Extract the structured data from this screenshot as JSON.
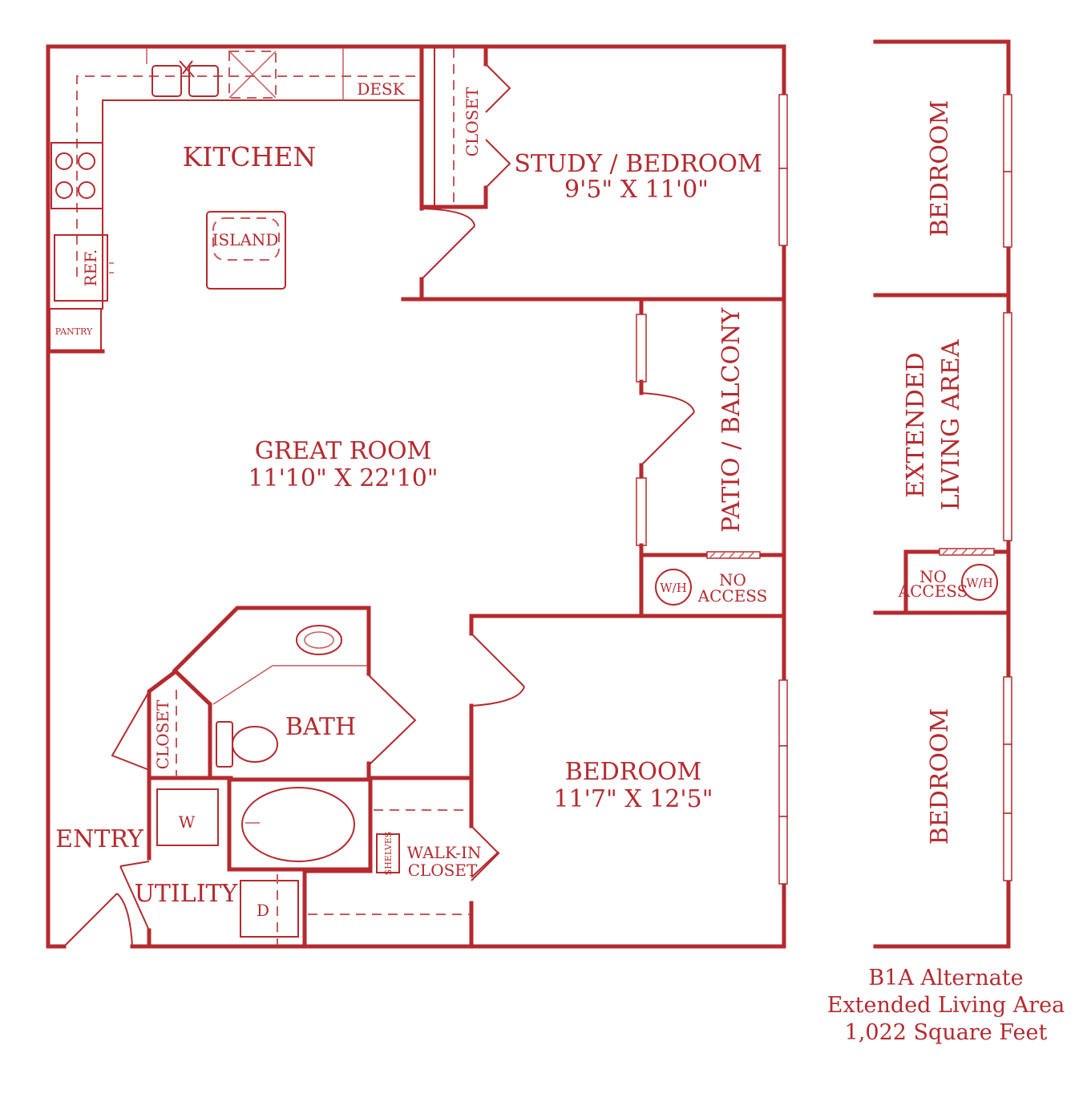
{
  "rooms": {
    "kitchen": "KITCHEN",
    "desk": "DESK",
    "island": "ISLAND",
    "ref": "REF.",
    "pantry": "PANTRY",
    "closet_study": "CLOSET",
    "study_name": "STUDY / BEDROOM",
    "study_dim": "9'5\" X 11'0\"",
    "great_room_name": "GREAT ROOM",
    "great_room_dim": "11'10\" X 22'10\"",
    "patio": "PATIO / BALCONY",
    "wh": "W/H",
    "no_access_1": "NO",
    "no_access_2": "ACCESS",
    "bath": "BATH",
    "closet_bath": "CLOSET",
    "bedroom_name": "BEDROOM",
    "bedroom_dim": "11'7\" X 12'5\"",
    "entry": "ENTRY",
    "washer": "W",
    "dryer": "D",
    "utility": "UTILITY",
    "shelves": "SHELVES",
    "walkin_1": "WALK-IN",
    "walkin_2": "CLOSET"
  },
  "alternate": {
    "bedroom_top": "BEDROOM",
    "extended_1": "EXTENDED",
    "extended_2": "LIVING AREA",
    "no_access_1": "NO",
    "no_access_2": "ACCESS",
    "wh": "W/H",
    "bedroom_bottom": "BEDROOM"
  },
  "caption": {
    "line1": "B1A Alternate",
    "line2": "Extended Living Area",
    "line3": "1,022 Square Feet"
  },
  "colors": {
    "line": "#b52a2e",
    "background": "#ffffff"
  }
}
